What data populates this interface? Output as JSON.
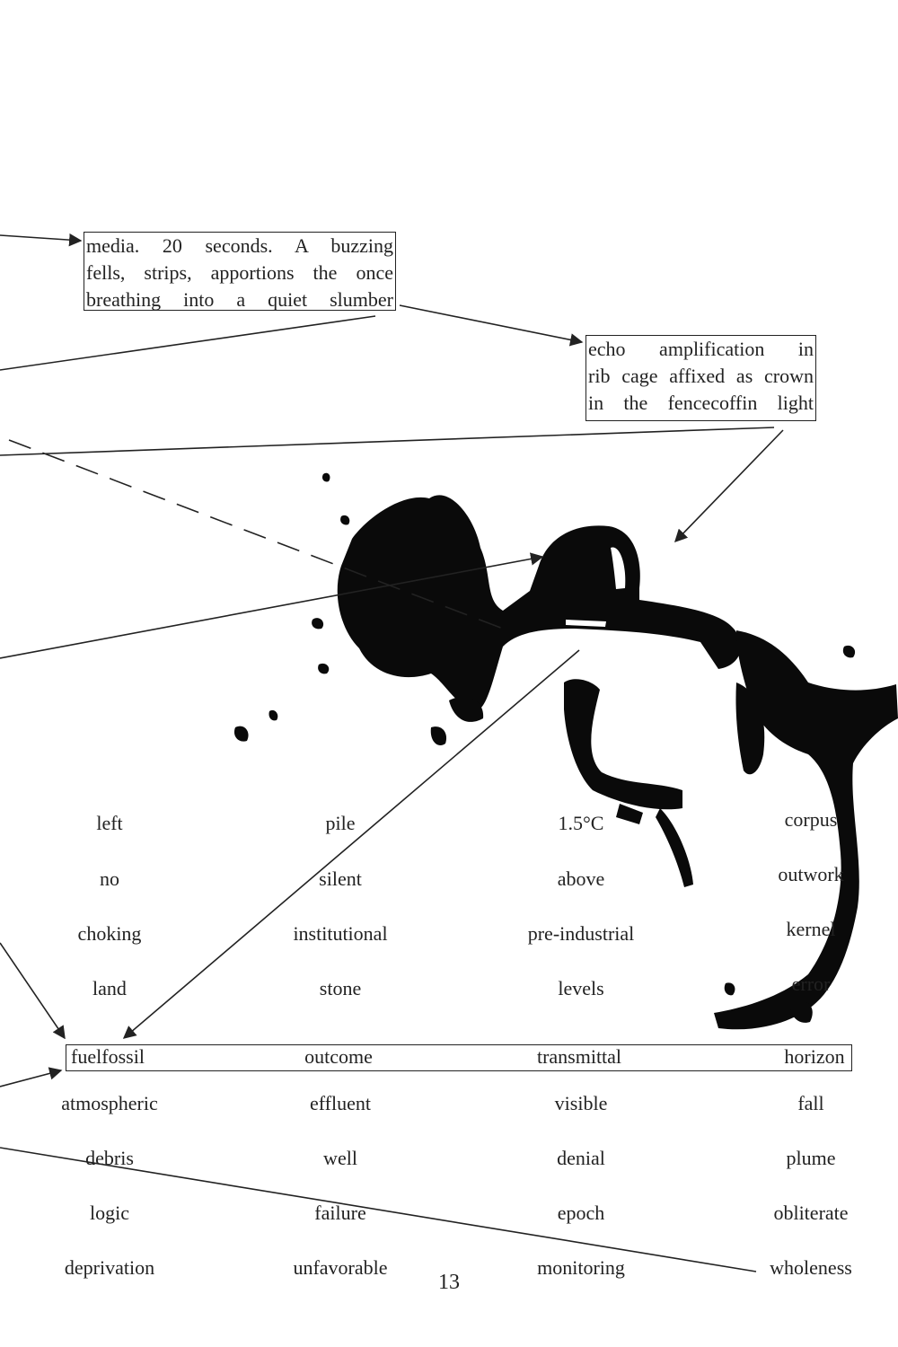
{
  "box1": {
    "lines": [
      "media. 20 seconds. A buzzing",
      "fells, strips, apportions the once",
      "breathing into a quiet slumber"
    ]
  },
  "box2": {
    "lines": [
      "echo amplification in",
      "rib cage affixed as crown",
      "in the fencecoffin light"
    ]
  },
  "word_grid": {
    "col1": [
      "left",
      "no",
      "choking",
      "land",
      "fuelfossil",
      "atmospheric",
      "debris",
      "logic",
      "deprivation"
    ],
    "col2": [
      "pile",
      "silent",
      "institutional",
      "stone",
      "outcome",
      "effluent",
      "well",
      "failure",
      "unfavorable"
    ],
    "col3": [
      "1.5°C",
      "above",
      "pre-industrial",
      "levels",
      "transmittal",
      "visible",
      "denial",
      "epoch",
      "monitoring"
    ],
    "col4": [
      "corpus",
      "outwork",
      "kernel",
      "error",
      "horizon",
      "fall",
      "plume",
      "obliterate",
      "wholeness"
    ]
  },
  "page_number": "13",
  "colors": {
    "ink": "#222222",
    "paper": "#ffffff"
  }
}
